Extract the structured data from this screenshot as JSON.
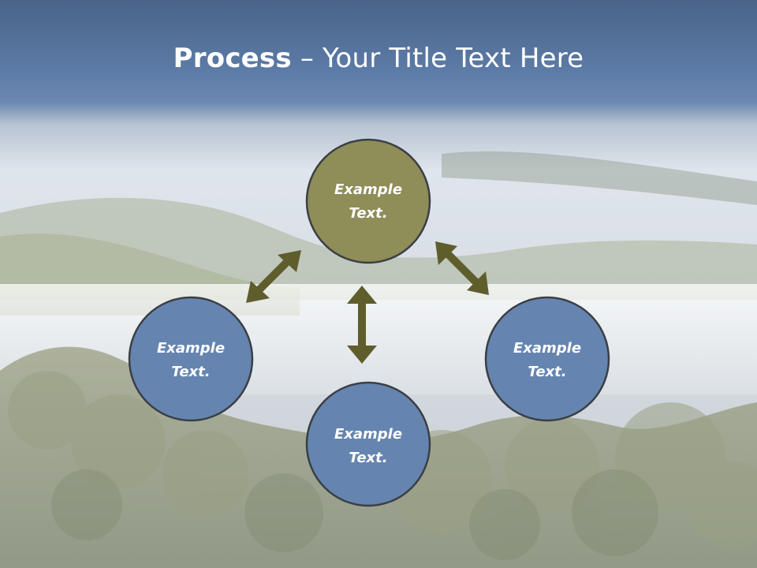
{
  "slide": {
    "title_bold": "Process",
    "title_dash": " – ",
    "title_rest": "Your Title Text Here"
  },
  "diagram": {
    "nodes": [
      {
        "id": "top",
        "line1": "Example",
        "line2": "Text.",
        "fill": "#8f8d58"
      },
      {
        "id": "left",
        "line1": "Example",
        "line2": "Text.",
        "fill": "#6585b0"
      },
      {
        "id": "bottom",
        "line1": "Example",
        "line2": "Text.",
        "fill": "#6585b0"
      },
      {
        "id": "right",
        "line1": "Example",
        "line2": "Text.",
        "fill": "#6585b0"
      }
    ],
    "arrow_color": "#5f5d2c",
    "node_outline": "#3a3f44"
  }
}
